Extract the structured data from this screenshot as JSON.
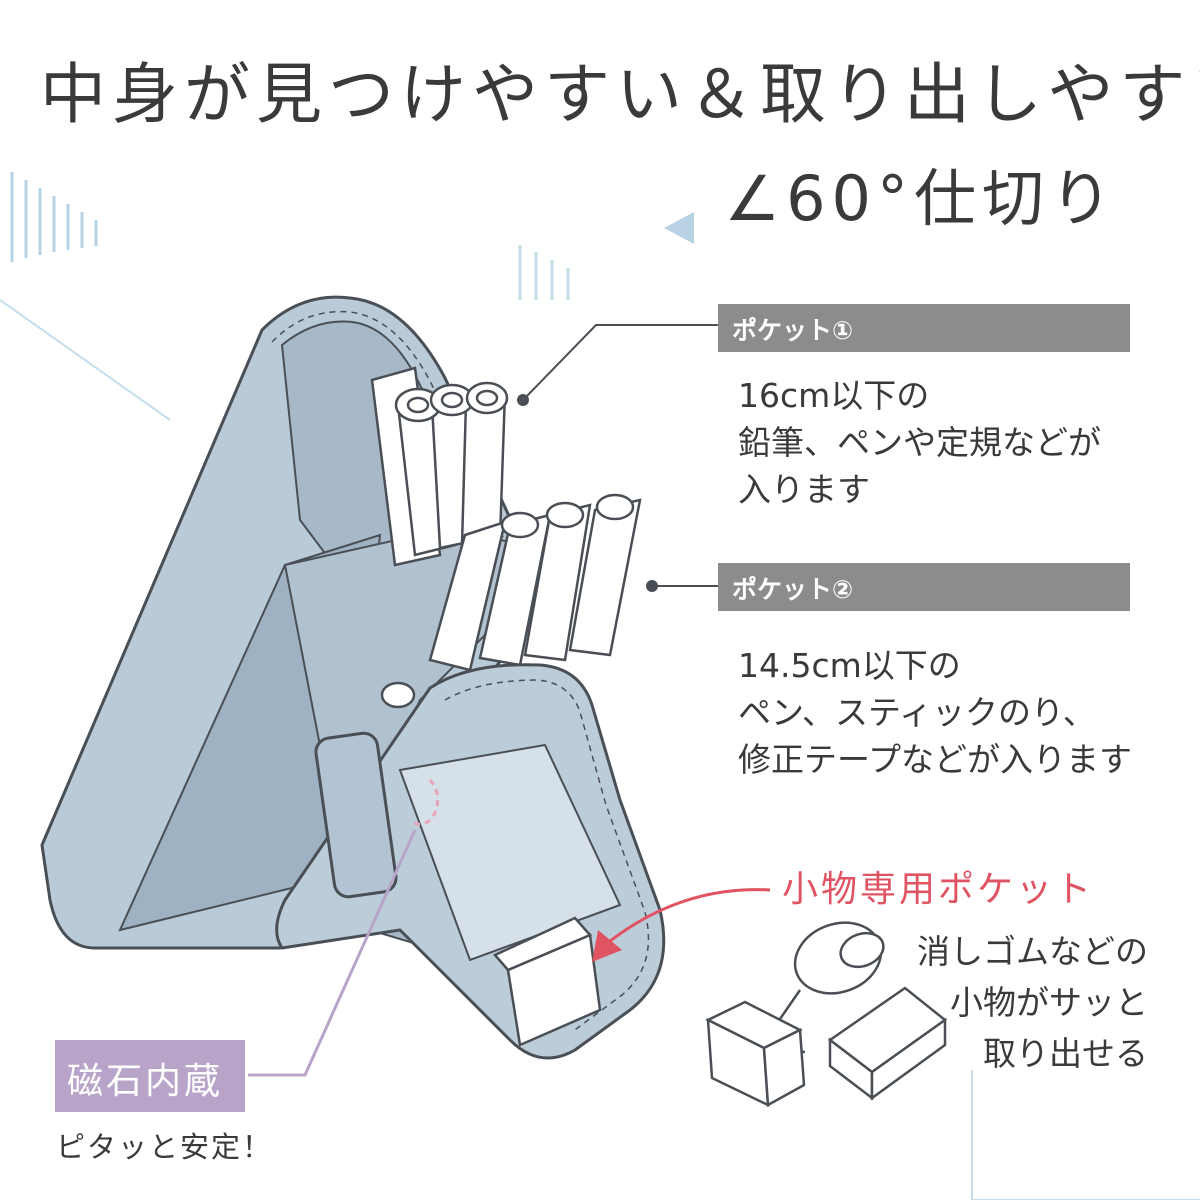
{
  "title": "中身が見つけやすい＆取り出しやすい",
  "subtitle": "∠60°仕切り",
  "pocket1": {
    "label": "ポケット①",
    "desc": [
      "16cm以下の",
      "鉛筆、ペンや定規などが",
      "入ります"
    ]
  },
  "pocket2": {
    "label": "ポケット②",
    "desc": [
      "14.5cm以下の",
      "ペン、スティックのり、",
      "修正テープなどが入ります"
    ]
  },
  "small_pocket": {
    "label": "小物専用ポケット",
    "desc": [
      "消しゴムなどの",
      "小物がサッと",
      "取り出せる"
    ]
  },
  "magnet": {
    "label": "磁石内蔵",
    "desc": "ピタッと安定！"
  },
  "colors": {
    "case_blue": "#b9cad8",
    "case_dark": "#a4b7c8",
    "outline": "#4a4f55",
    "label_gray": "#8c8c8c",
    "accent_red": "#e05362",
    "magnet_purple": "#b8a4c9",
    "deco_lines": "#b7d3e6"
  }
}
